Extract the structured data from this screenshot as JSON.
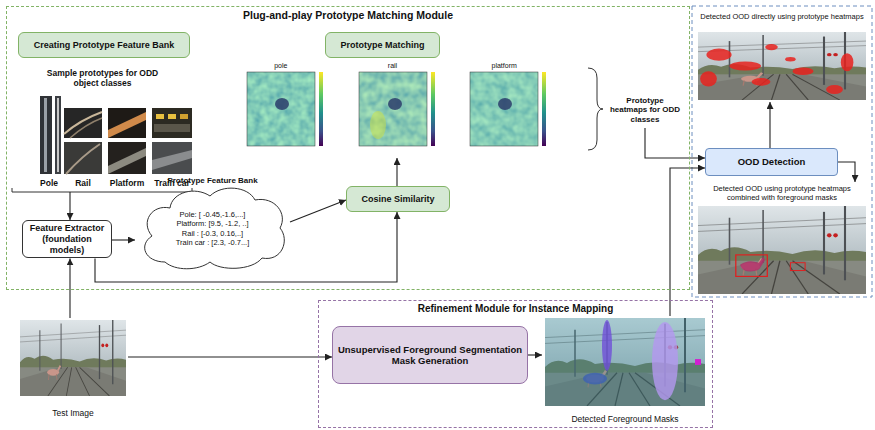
{
  "diagram": {
    "nodes": [
      {
        "text": [
          "Plug-and-play Prototype Matching Module"
        ]
      },
      {
        "text": [
          "Creating Prototype Feature Bank"
        ],
        "in": 0
      },
      {
        "text": [
          "Prototype Matching"
        ],
        "in": 0
      },
      {
        "text": [
          "Sample prototypes for ODD object classes"
        ],
        "in": 0
      },
      {
        "text": [
          "Feature Extractor (foundation models)"
        ],
        "in": 0
      },
      {
        "text": [
          "Prototype Feature Bank",
          "Pole: [ -0.45,-1.6,...]",
          "Platform: [9.5, -1.2, ..]",
          "Rail : [-0.3, 0.16,..]",
          "Train car : [2.3, -0.7...]"
        ],
        "in": 0
      },
      {
        "text": [
          "Cosine Similarity"
        ],
        "in": 0
      },
      {
        "text": [
          "pole",
          "rail",
          "platform"
        ],
        "in": 0
      },
      {
        "text": [
          "Prototype heatmaps for ODD classes"
        ],
        "in": 0
      },
      {
        "text": [
          "OOD Detection"
        ]
      },
      {
        "text": [
          "Detected OOD directly using prototype heatmaps"
        ]
      },
      {
        "text": [
          "Detected OOD using prototype heatmaps combined with foreground masks"
        ]
      },
      {
        "text": [
          "Refinement Module for Instance Mapping"
        ]
      },
      {
        "text": [
          "Unsupervised Foreground Segmentation Mask Generation"
        ],
        "in": 12
      },
      {
        "text": [
          "Detected Foreground Masks"
        ],
        "in": 12
      },
      {
        "text": [
          "Test Image"
        ]
      }
    ],
    "edges": [
      {
        "from": 15,
        "to": 4,
        "arrow": "to"
      },
      {
        "from": 15,
        "to": 13,
        "arrow": "to"
      },
      {
        "from": 3,
        "to": 4,
        "arrow": "to"
      },
      {
        "from": 4,
        "to": 5,
        "arrow": "to"
      },
      {
        "from": 5,
        "to": 6,
        "arrow": "to"
      },
      {
        "from": 4,
        "to": 6,
        "arrow": "to"
      },
      {
        "from": 6,
        "to": 7,
        "arrow": "to"
      },
      {
        "from": 8,
        "to": 9,
        "arrow": "to"
      },
      {
        "from": 13,
        "to": 14,
        "arrow": "to"
      },
      {
        "from": 14,
        "to": 9,
        "arrow": "to"
      },
      {
        "from": 9,
        "to": 10,
        "arrow": "to"
      },
      {
        "from": 9,
        "to": 11,
        "arrow": "to"
      }
    ],
    "labels": [
      "Pole",
      "Rail",
      "Platform",
      "Train car"
    ]
  }
}
